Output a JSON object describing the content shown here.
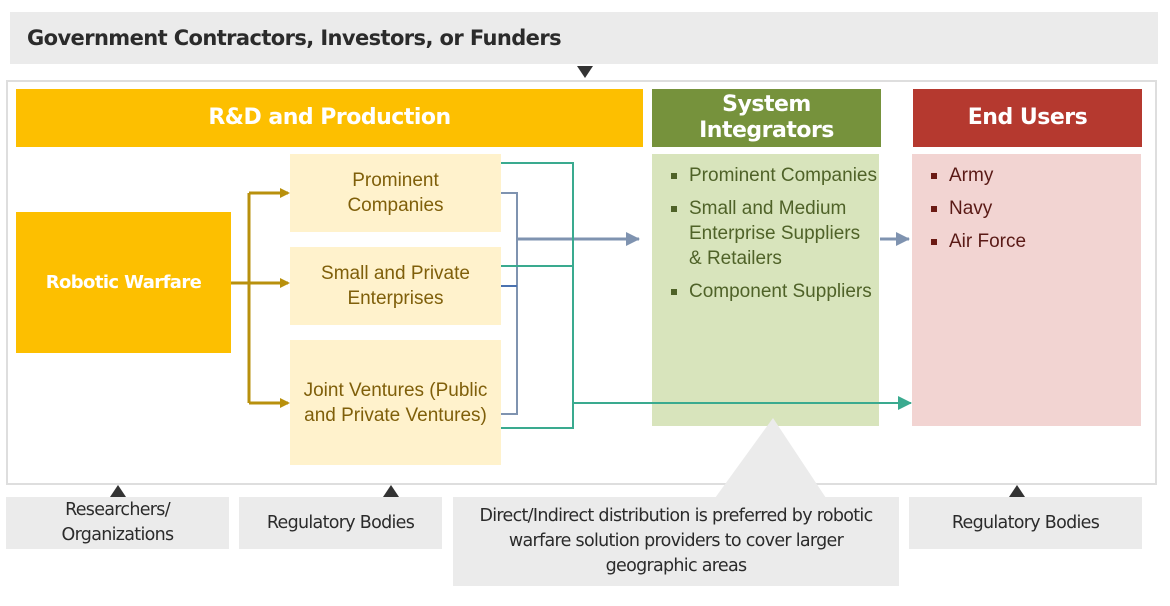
{
  "top_bar": {
    "label": "Government Contractors, Investors, or Funders"
  },
  "columns": {
    "rd": {
      "title": "R&D and Production"
    },
    "si": {
      "title": "System Integrators",
      "items": [
        "Prominent Companies",
        "Small and Medium Enterprise Suppliers & Retailers",
        "Component Suppliers"
      ]
    },
    "eu": {
      "title": "End Users",
      "items": [
        "Army",
        "Navy",
        "Air Force"
      ]
    }
  },
  "source_node": {
    "label": "Robotic Warfare"
  },
  "rd_nodes": [
    {
      "label": "Prominent Companies"
    },
    {
      "label": "Small and Private Enterprises"
    },
    {
      "label": "Joint Ventures (Public and Private Ventures)"
    }
  ],
  "bottom_boxes": [
    {
      "label": "Researchers/ Organizations"
    },
    {
      "label": "Regulatory Bodies"
    },
    {
      "label": "Direct/Indirect distribution is preferred by robotic warfare solution providers to cover larger geographic areas"
    },
    {
      "label": "Regulatory Bodies"
    }
  ],
  "colors": {
    "rd": "#fdbf00",
    "si": "#76923c",
    "eu": "#b5392f",
    "connector_gold": "#b8900d",
    "connector_teal": "#3aaa8f",
    "connector_slate": "#7f93b0"
  }
}
